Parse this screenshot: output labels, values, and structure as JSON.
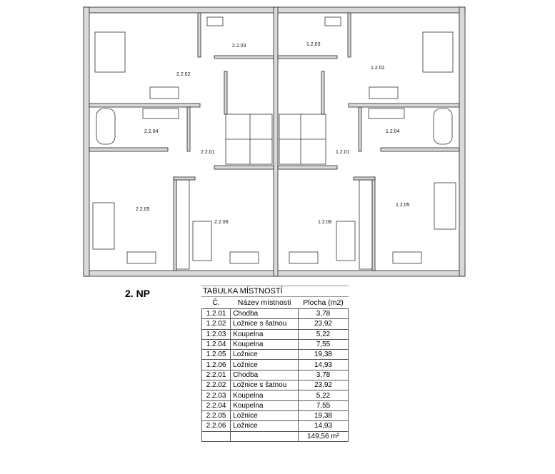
{
  "floor_title": "2. NP",
  "table": {
    "title": "TABULKA MÍSTNOSTÍ",
    "headers": [
      "Č.",
      "Název místnosti",
      "Plocha (m2)"
    ],
    "rows": [
      [
        "1.2.01",
        "Chodba",
        "3,78"
      ],
      [
        "1.2.02",
        "Ložnice s šatnou",
        "23,92"
      ],
      [
        "1.2.03",
        "Koupelna",
        "5,22"
      ],
      [
        "1.2.04",
        "Koupelna",
        "7,55"
      ],
      [
        "1.2.05",
        "Ložnice",
        "19,38"
      ],
      [
        "1.2.06",
        "Ložnice",
        "14,93"
      ],
      [
        "2.2.01",
        "Chodba",
        "3,78"
      ],
      [
        "2.2.02",
        "Ložnice s šatnou",
        "23,92"
      ],
      [
        "2.2.03",
        "Koupelna",
        "5,22"
      ],
      [
        "2.2.04",
        "Koupelna",
        "7,55"
      ],
      [
        "2.2.05",
        "Ložnice",
        "19,38"
      ],
      [
        "2.2.06",
        "Ložnice",
        "14,93"
      ]
    ],
    "total": "149,56 m²"
  },
  "plan_labels": {
    "r2203": "2.2.03",
    "r1203": "1.2.03",
    "r2202": "2.2.02",
    "r1202": "1.2.02",
    "r2204": "2.2.04",
    "r1204": "1.2.04",
    "r2201": "2.2.01",
    "r1201": "1.2.01",
    "r2205": "2.2.05",
    "r1205": "1.2.05",
    "r2206": "2.2.06",
    "r1206": "1.2.06"
  }
}
